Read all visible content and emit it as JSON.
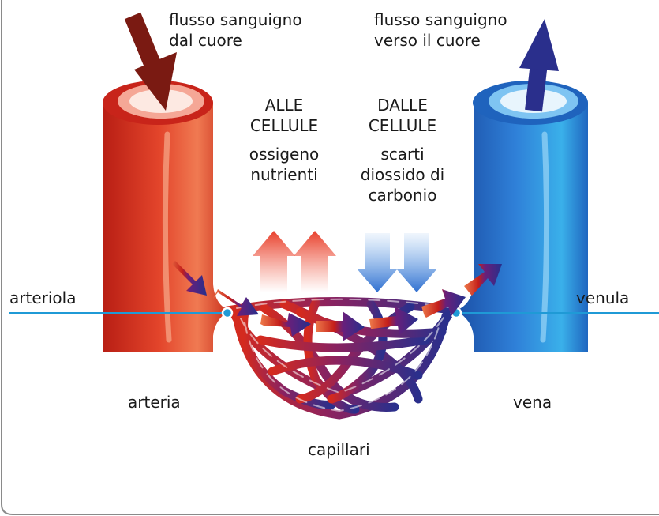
{
  "labels": {
    "flow_from_heart": [
      "flusso sanguigno",
      "dal cuore"
    ],
    "flow_to_heart": [
      "flusso sanguigno",
      "verso il cuore"
    ],
    "to_cells": {
      "heading": [
        "ALLE",
        "CELLULE"
      ],
      "items": [
        "ossigeno",
        "nutrienti"
      ]
    },
    "from_cells": {
      "heading": [
        "DALLE",
        "CELLULE"
      ],
      "items": [
        "scarti",
        "diossido di",
        "carbonio"
      ]
    },
    "arteriole": "arteriola",
    "venule": "venula",
    "artery": "arteria",
    "vein": "vena",
    "capillaries": "capillari"
  },
  "colors": {
    "artery_red": "#e0402a",
    "artery_dark": "#b01c14",
    "vein_blue": "#2e7fd6",
    "vein_dark": "#1e5fb0",
    "arrow_dark_red": "#7a1a12",
    "arrow_dark_blue": "#2a2f8c",
    "pointer_line": "#1f9ad6",
    "frame": "#8a8a8a"
  }
}
